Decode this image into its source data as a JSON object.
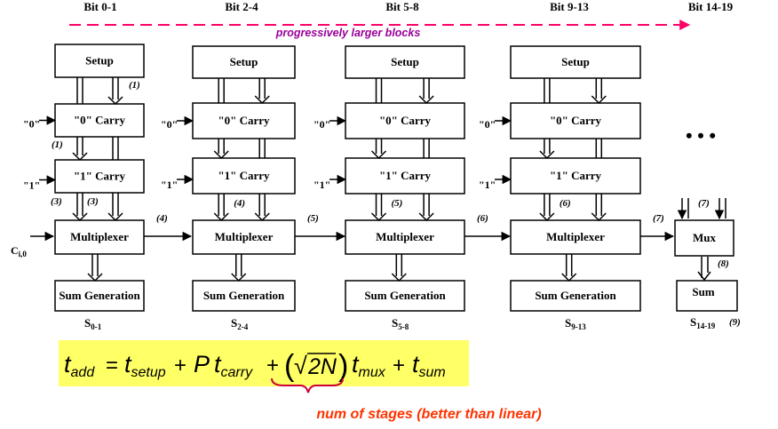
{
  "header": {
    "bits": [
      "Bit 0-1",
      "Bit 2-4",
      "Bit 5-8",
      "Bit 9-13",
      "Bit 14-19"
    ],
    "arrow_caption": "progressively larger blocks"
  },
  "blocks": [
    {
      "setup": "Setup",
      "carry0": "\"0\" Carry",
      "carry1": "\"1\" Carry",
      "mux": "Multiplexer",
      "sum": "Sum Generation",
      "sum_sub": "0-1",
      "in0": "\"0\"",
      "in1": "\"1\"",
      "lbl_setup": "(1)",
      "lbl_c0": "(1)",
      "lbl_c1a": "(3)",
      "lbl_c1b": "(3)",
      "lbl_out": "(4)"
    },
    {
      "setup": "Setup",
      "carry0": "\"0\" Carry",
      "carry1": "\"1\" Carry",
      "mux": "Multiplexer",
      "sum": "Sum Generation",
      "sum_sub": "2-4",
      "in0": "\"0\"",
      "in1": "\"1\"",
      "lbl_c1": "(4)",
      "lbl_out": "(5)"
    },
    {
      "setup": "Setup",
      "carry0": "\"0\" Carry",
      "carry1": "\"1\" Carry",
      "mux": "Multiplexer",
      "sum": "Sum Generation",
      "sum_sub": "5-8",
      "in0": "\"0\"",
      "in1": "\"1\"",
      "lbl_c1": "(5)",
      "lbl_out": "(6)"
    },
    {
      "setup": "Setup",
      "carry0": "\"0\" Carry",
      "carry1": "\"1\" Carry",
      "mux": "Multiplexer",
      "sum": "Sum Generation",
      "sum_sub": "9-13",
      "in0": "\"0\"",
      "in1": "\"1\"",
      "lbl_c1": "(6)",
      "lbl_out": "(7)"
    }
  ],
  "last_block": {
    "mux": "Mux",
    "sum": "Sum",
    "sum_sub": "14-19",
    "lbl_in": "(7)",
    "lbl_mux": "(8)",
    "lbl_sum": "(9)",
    "ellipsis": "• • •"
  },
  "carry_in": {
    "main": "C",
    "sub": "i,0"
  },
  "sum_prefix": "S",
  "formula": {
    "t1": "t",
    "s1": "add",
    "eq": "=",
    "t2": "t",
    "s2": "setup",
    "plus1": "+",
    "p": "P",
    "t3": "t",
    "s3": "carry",
    "plus2": "+",
    "lparen": "(",
    "rparen": ")",
    "sqrt": "√",
    "radicand": "2N",
    "t4": "t",
    "s4": "mux",
    "plus3": "+",
    "t5": "t",
    "s5": "sum"
  },
  "note": "num of stages (better than linear)",
  "colors": {
    "dash_arrow": "#ff0066",
    "caption": "#990099",
    "formula_bg": "#ffff66",
    "brace": "#cc0033",
    "note": "#ff3300"
  }
}
